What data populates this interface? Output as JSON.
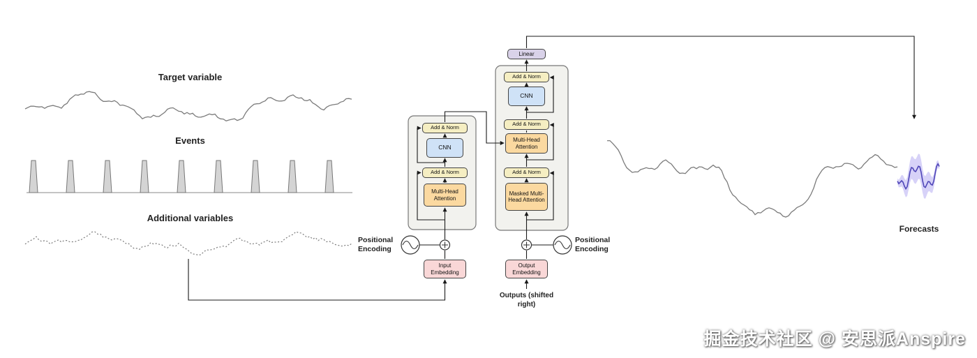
{
  "left_panel": {
    "target_label": "Target variable",
    "events_label": "Events",
    "additional_label": "Additional variables"
  },
  "encoder": {
    "add_norm_top": "Add & Norm",
    "cnn": "CNN",
    "add_norm_bottom": "Add & Norm",
    "attention": "Multi-Head Attention",
    "embedding": "Input Embedding",
    "positional_encoding": "Positional Encoding"
  },
  "decoder": {
    "linear": "Linear",
    "add_norm_top": "Add & Norm",
    "cnn": "CNN",
    "add_norm_mid": "Add & Norm",
    "attention": "Multi-Head Attention",
    "add_norm_bottom": "Add & Norm",
    "masked_attention": "Masked Multi-Head Attention",
    "embedding": "Output Embedding",
    "positional_encoding": "Positional Encoding",
    "outputs_label": "Outputs (shifted right)"
  },
  "right_panel": {
    "forecasts_label": "Forecasts"
  },
  "watermark": "掘金技术社区 @ 安思派Anspire",
  "colors": {
    "add_norm": "#f5eec2",
    "cnn": "#cfe2f7",
    "attention": "#fbd9a0",
    "embedding": "#f9d7d7",
    "linear": "#d9d2e9",
    "container_fill": "#f2f2ee",
    "line": "#1a1a1a",
    "waveform": "#7b7b7b",
    "forecast_line": "#4f46b8",
    "forecast_band": "#b7adf2"
  }
}
